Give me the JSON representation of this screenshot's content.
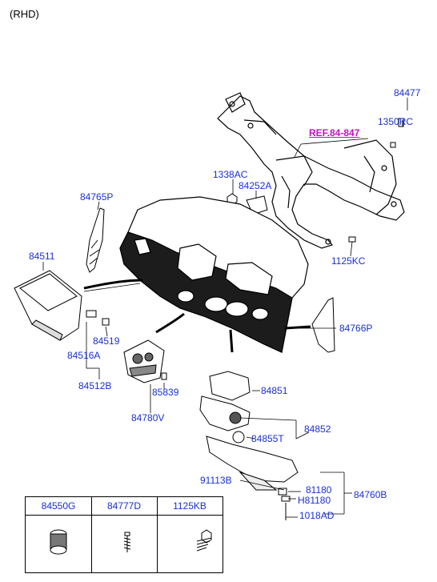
{
  "header": {
    "variant": "(RHD)"
  },
  "reference": {
    "label": "REF.84-847",
    "color": "#c010c0"
  },
  "parts": {
    "p84477": "84477",
    "p1350RC": "1350RC",
    "p1338AC": "1338AC",
    "p84252A": "84252A",
    "p84765P": "84765P",
    "p1125KC": "1125KC",
    "p84511": "84511",
    "p84519": "84519",
    "p84516A": "84516A",
    "p84512B": "84512B",
    "p85839": "85839",
    "p84780V": "84780V",
    "p84766P": "84766P",
    "p84851": "84851",
    "p84855T": "84855T",
    "p84852": "84852",
    "p91113B": "91113B",
    "p81180": "81180",
    "pH81180": "H81180",
    "p84760B": "84760B",
    "p1018AD": "1018AD"
  },
  "legend_table": {
    "columns": [
      "84550G",
      "84777D",
      "1125KB"
    ]
  },
  "colors": {
    "label": "#1a2fd6",
    "line": "#000000"
  }
}
